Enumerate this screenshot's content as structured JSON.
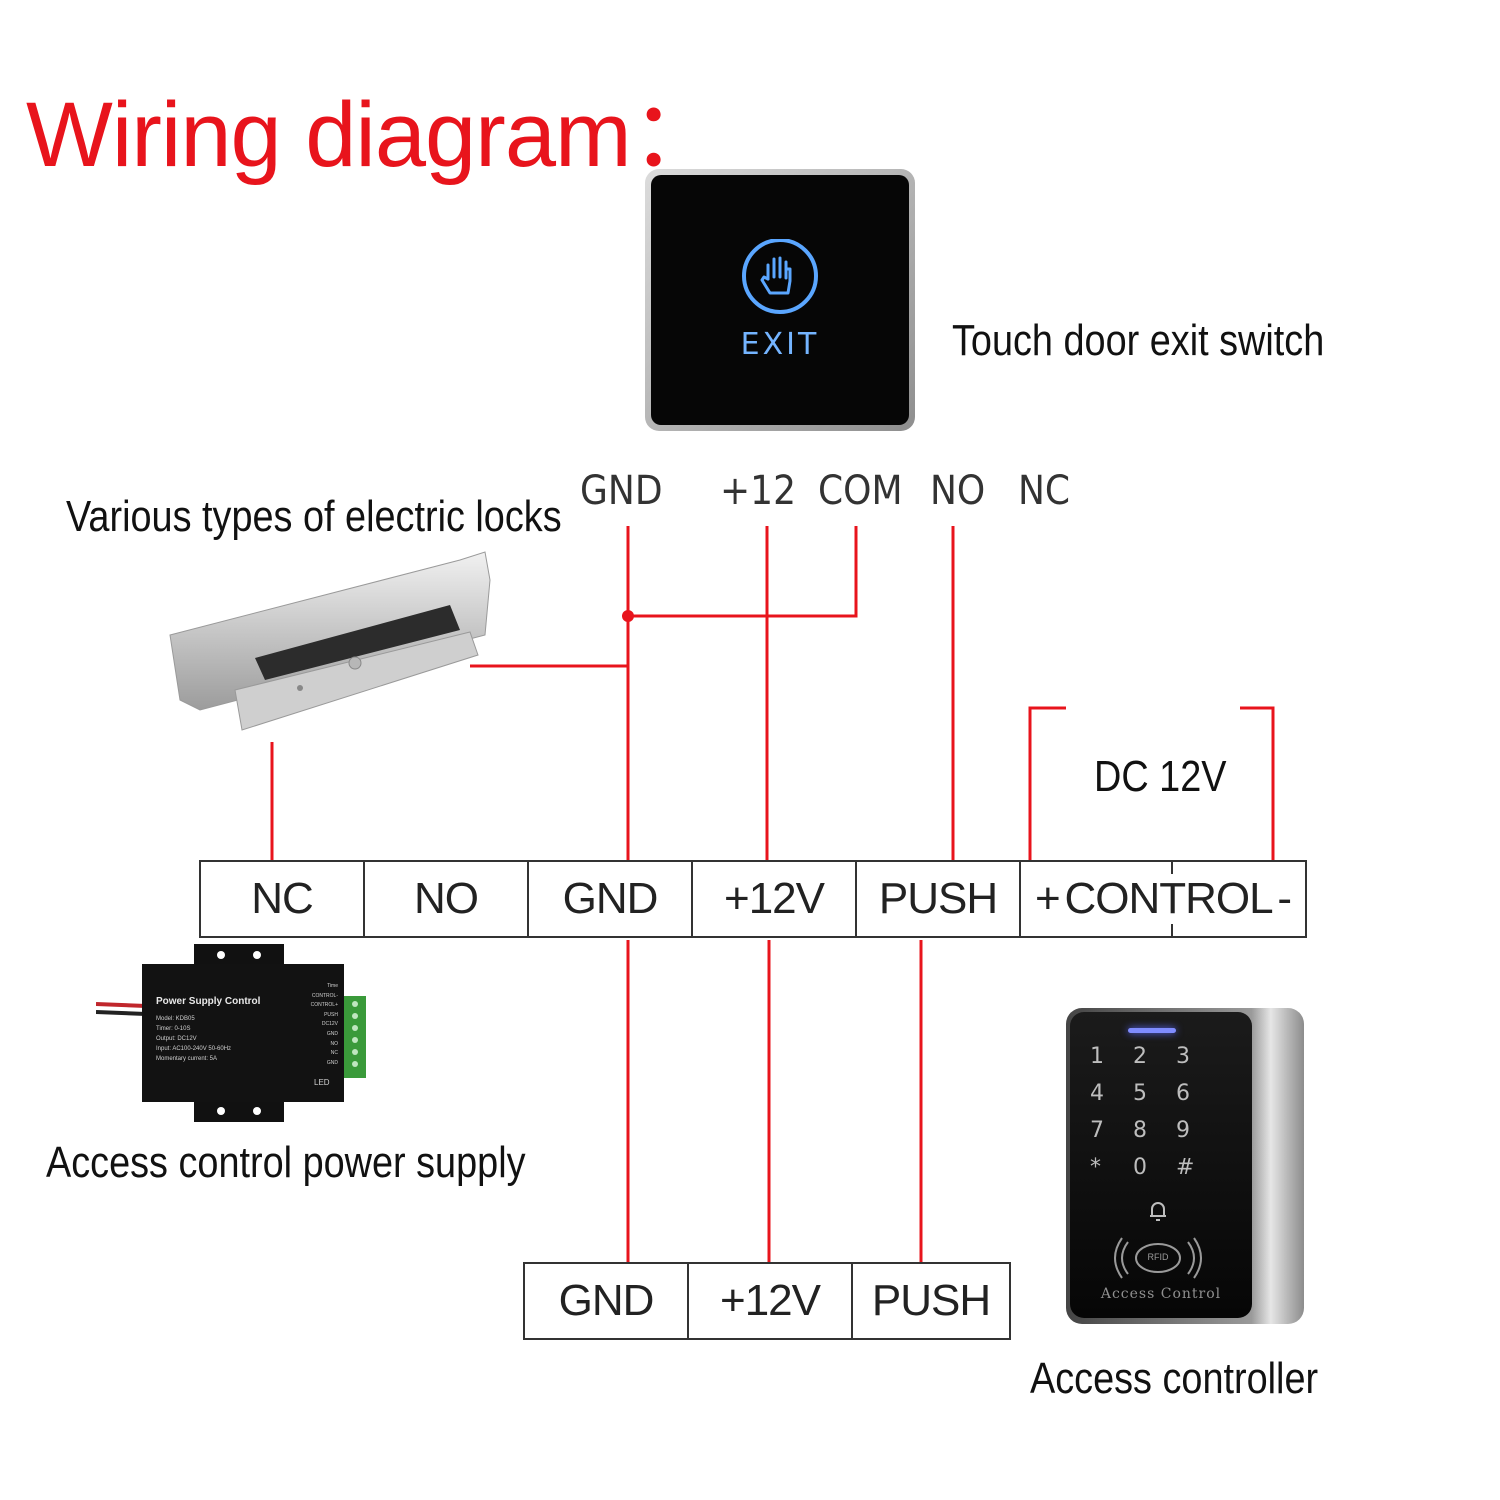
{
  "title": "Wiring diagram：",
  "devices": {
    "exit_switch": {
      "label": "Touch door exit switch",
      "button_text": "EXIT",
      "pins": [
        "GND",
        "+12",
        "COM",
        "NO",
        "NC"
      ]
    },
    "electric_lock": {
      "label": "Various types of electric locks"
    },
    "power_supply": {
      "label": "Access control power supply",
      "panel_title": "Power Supply Control",
      "panel_lines": [
        "Model: KDB05",
        "Timer: 0-10S",
        "Output: DC12V",
        "Input: AC100-240V 50-60Hz",
        "Momentary  current: 5A"
      ],
      "terminal_labels": [
        "Time",
        "CONTROL-",
        "CONTROL+",
        "PUSH",
        "DC12V",
        "GND",
        "NO",
        "NC",
        "GND"
      ],
      "led_label": "LED"
    },
    "access_controller": {
      "label": "Access controller",
      "keys": [
        "1",
        "2",
        "3",
        "4",
        "5",
        "6",
        "7",
        "8",
        "9",
        "*",
        "0",
        "#"
      ],
      "rfid_label": "RFID",
      "brand_text": "Access Control"
    }
  },
  "dc_label": "DC 12V",
  "power_terminals": [
    "NC",
    "NO",
    "GND",
    "+12V",
    "PUSH",
    "+",
    "CONTROL",
    "-"
  ],
  "controller_terminals": [
    "GND",
    "+12V",
    "PUSH"
  ],
  "colors": {
    "title": "#e8141c",
    "wire": "#e8141c",
    "text": "#111111"
  }
}
